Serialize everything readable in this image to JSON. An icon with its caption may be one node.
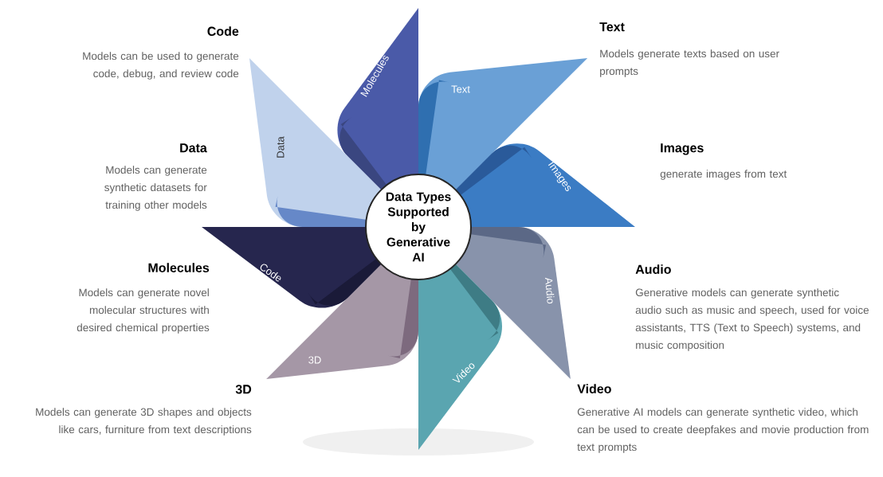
{
  "diagram": {
    "nodes": [
      {
        "text": [
          "Data Types Supported by Generative AI"
        ]
      },
      {
        "text": [
          "Molecules"
        ]
      },
      {
        "text": [
          "Text"
        ]
      },
      {
        "text": [
          "Images"
        ]
      },
      {
        "text": [
          "Audio"
        ]
      },
      {
        "text": [
          "Video"
        ]
      },
      {
        "text": [
          "3D"
        ]
      },
      {
        "text": [
          "Code"
        ]
      },
      {
        "text": [
          "Data"
        ]
      }
    ],
    "labels": [
      "Code",
      "Models can be used to generate code, debug, and review code",
      "Text",
      "Models generate texts based on user prompts",
      "Data",
      "Models can generate synthetic datasets for training other models",
      "Images",
      "generate images from text",
      "Molecules",
      "Models can generate novel molecular structures with desired chemical properties",
      "Audio",
      "Generative models can generate synthetic audio such as music and speech, used for voice assistants, TTS (Text to Speech) systems, and music composition",
      "3D",
      "Models can generate 3D shapes and objects like cars, furniture from text descriptions",
      "Video",
      "Generative AI models can generate synthetic video, which can be used to create deepfakes and movie production from text prompts"
    ]
  }
}
